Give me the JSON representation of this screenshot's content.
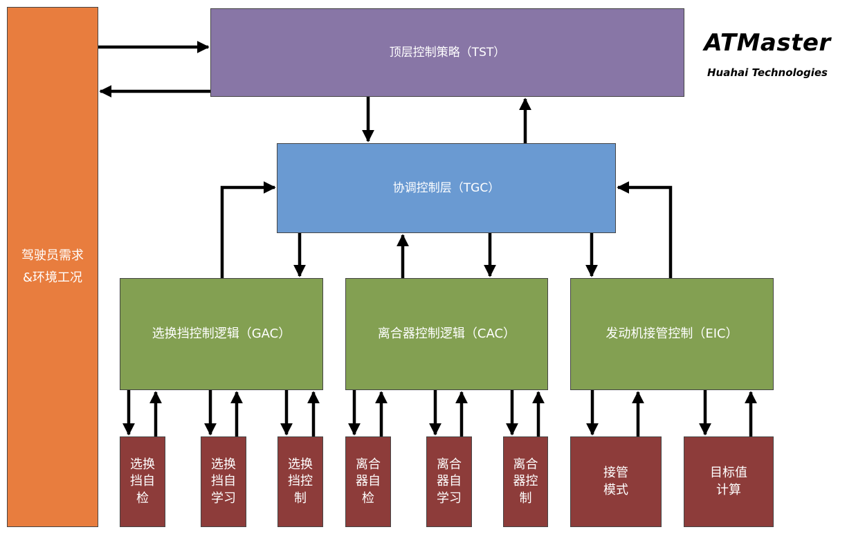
{
  "branding": {
    "title": "ATMaster",
    "subtitle": "Huahai Technologies"
  },
  "colors": {
    "driver": "#E87D3E",
    "top": "#8876A6",
    "coord": "#6A9AD2",
    "logic": "#83A052",
    "leaf": "#8D3C3A",
    "arrow": "#000000"
  },
  "nodes": {
    "driver": {
      "line1": "驾驶员需求",
      "line2": "&环境工况"
    },
    "tst": "顶层控制策略（TST）",
    "tgc": "协调控制层（TGC）",
    "gac": "选换挡控制逻辑（GAC）",
    "cac": "离合器控制逻辑（CAC）",
    "eic": "发动机接管控制（EIC）",
    "leaves": {
      "gac_self_check": "选换\n挡自\n检",
      "gac_self_learn": "选换\n挡自\n学习",
      "gac_control": "选换\n挡控\n制",
      "cac_self_check": "离合\n器自\n检",
      "cac_self_learn": "离合\n器自\n学习",
      "cac_control": "离合\n器控\n制",
      "takeover_mode": "接管\n模式",
      "target_calc": "目标值\n计算"
    }
  }
}
